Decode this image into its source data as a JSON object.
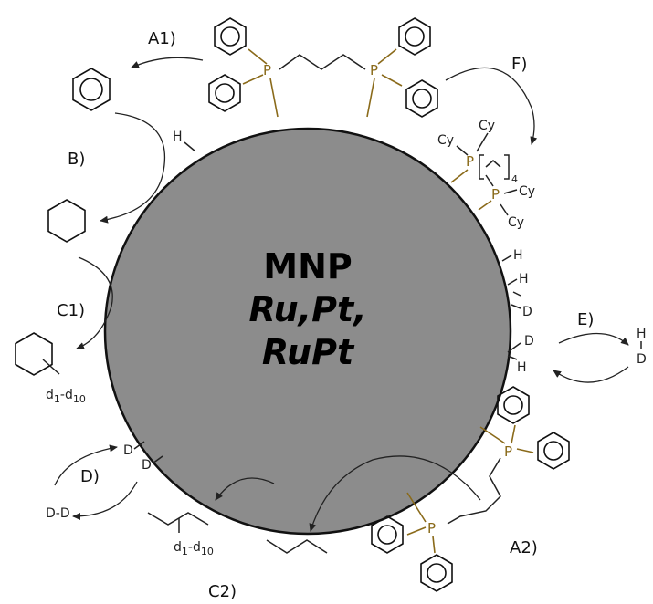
{
  "core": {
    "line1": "MNP",
    "line2": "Ru,Pt,",
    "line3": "RuPt",
    "fill": "#8c8c8c"
  },
  "labels": {
    "a1": "A1)",
    "a2": "A2)",
    "b": "B)",
    "c1": "C1)",
    "c2": "C2)",
    "d": "D)",
    "e": "E)",
    "f": "F)"
  },
  "atoms": {
    "p": "P",
    "h": "H",
    "d": "D",
    "cy": "Cy",
    "dd": "D-D",
    "d_base": "d",
    "sub_1": "1",
    "dash": "-",
    "sub_10": "10",
    "sub_4": "4"
  },
  "colors": {
    "phosphorus": "#8a6a1a",
    "lines": "#222222"
  }
}
